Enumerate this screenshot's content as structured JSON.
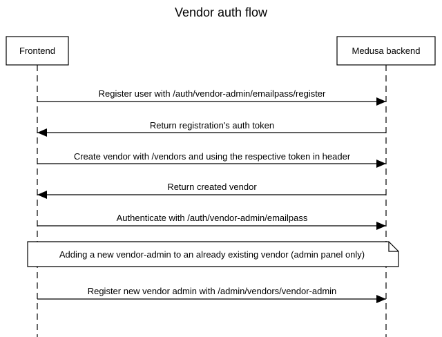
{
  "title": "Vendor auth flow",
  "participants": [
    {
      "id": "frontend",
      "label": "Frontend"
    },
    {
      "id": "backend",
      "label": "Medusa backend"
    }
  ],
  "messages": [
    {
      "from": "frontend",
      "to": "backend",
      "label": "Register user with /auth/vendor-admin/emailpass/register",
      "line": "solid"
    },
    {
      "from": "backend",
      "to": "frontend",
      "label": "Return registration's auth token",
      "line": "solid"
    },
    {
      "from": "frontend",
      "to": "backend",
      "label": "Create vendor with /vendors and using the respective token in header",
      "line": "solid"
    },
    {
      "from": "backend",
      "to": "frontend",
      "label": "Return created vendor",
      "line": "solid"
    },
    {
      "from": "frontend",
      "to": "backend",
      "label": "Authenticate with /auth/vendor-admin/emailpass",
      "line": "solid"
    },
    {
      "from": "frontend",
      "to": "backend",
      "label": "Register new vendor admin with /admin/vendors/vendor-admin",
      "line": "solid"
    }
  ],
  "notes": [
    {
      "text": "Adding a new vendor-admin to an already existing vendor (admin panel only)",
      "spans": [
        "frontend",
        "backend"
      ]
    }
  ]
}
